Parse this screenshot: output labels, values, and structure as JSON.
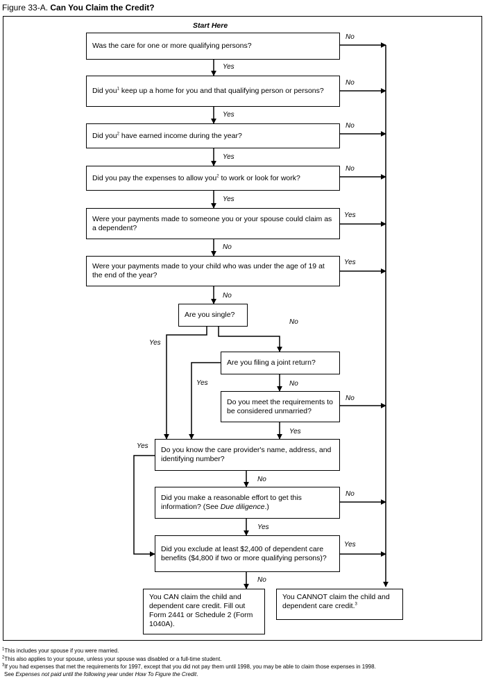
{
  "figure": {
    "number": "Figure 33-A.",
    "title": "Can You Claim the Credit?"
  },
  "start_label": "Start Here",
  "questions": {
    "q1": "Was the care for one or more qualifying persons?",
    "q2_pre": "Did you",
    "q2_sup": "1",
    "q2_post": " keep up a home for you and that qualifying person or persons?",
    "q3_pre": "Did you",
    "q3_sup": "2",
    "q3_post": " have earned income during the year?",
    "q4_pre": "Did you pay the expenses to allow you",
    "q4_sup": "2",
    "q4_post": " to work or look for work?",
    "q5": "Were your payments made to someone you or your spouse could claim as a dependent?",
    "q6": "Were your payments made to your child who was under the age of 19 at the end of the year?",
    "q7": "Are you single?",
    "q8": "Are you filing a joint return?",
    "q9": "Do you meet the requirements to be considered unmarried?",
    "q10": "Do you know the care provider's name, address, and identifying number?",
    "q11_pre": "Did you make a reasonable effort to get this information? (See ",
    "q11_em": "Due diligence",
    "q11_post": ".)",
    "q12": "Did you exclude at least $2,400 of dependent care benefits ($4,800 if two or more qualifying persons)?"
  },
  "outcomes": {
    "can": "You CAN claim the child and dependent care credit. Fill out Form 2441 or Schedule 2 (Form 1040A).",
    "cannot_text": "You CANNOT claim the child and dependent care credit.",
    "cannot_sup": "3"
  },
  "answers": {
    "yes": "Yes",
    "no": "No"
  },
  "footnotes": {
    "f1_num": "1",
    "f1": "This includes your spouse if you were married.",
    "f2_num": "2",
    "f2": "This also applies to your spouse, unless your spouse was disabled or a full-time student.",
    "f3_num": "3",
    "f3": "If you had expenses that met the requirements for 1997, except that you did not pay them until 1998, you may be able to claim those expenses in 1998.",
    "f3b_pre": "See ",
    "f3b_em1": "Expenses not paid until the following year",
    "f3b_mid": " under ",
    "f3b_em2": "How To Figure the Credit",
    "f3b_post": "."
  }
}
